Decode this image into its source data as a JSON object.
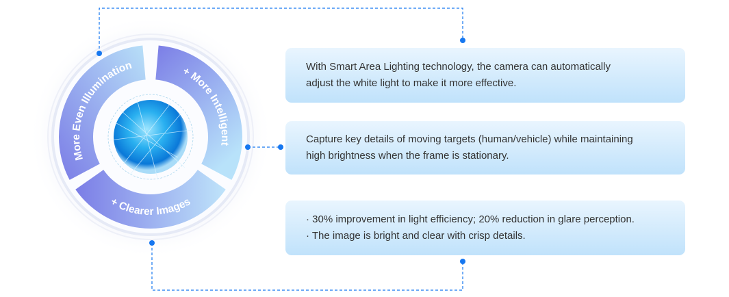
{
  "segments": [
    {
      "label": "More Even Illumination"
    },
    {
      "label": "+ More Intelligent"
    },
    {
      "label": "+ Clearer Images"
    }
  ],
  "cards": [
    {
      "lines": [
        "With Smart Area Lighting technology, the camera can automatically",
        "adjust the white light to make it more effective."
      ]
    },
    {
      "lines": [
        "Capture key details of moving targets (human/vehicle) while maintaining",
        "high brightness when the frame is stationary."
      ]
    },
    {
      "lines": [
        "· 30% improvement in light efficiency; 20% reduction in glare perception.",
        "· The image is bright and clear with crisp details."
      ]
    }
  ],
  "colors": {
    "accent": "#1677f0",
    "segment_start": "#7b7de6",
    "segment_end": "#bfe4fa",
    "card_top": "#e9f5fe",
    "card_bottom": "#c0e2fb"
  }
}
